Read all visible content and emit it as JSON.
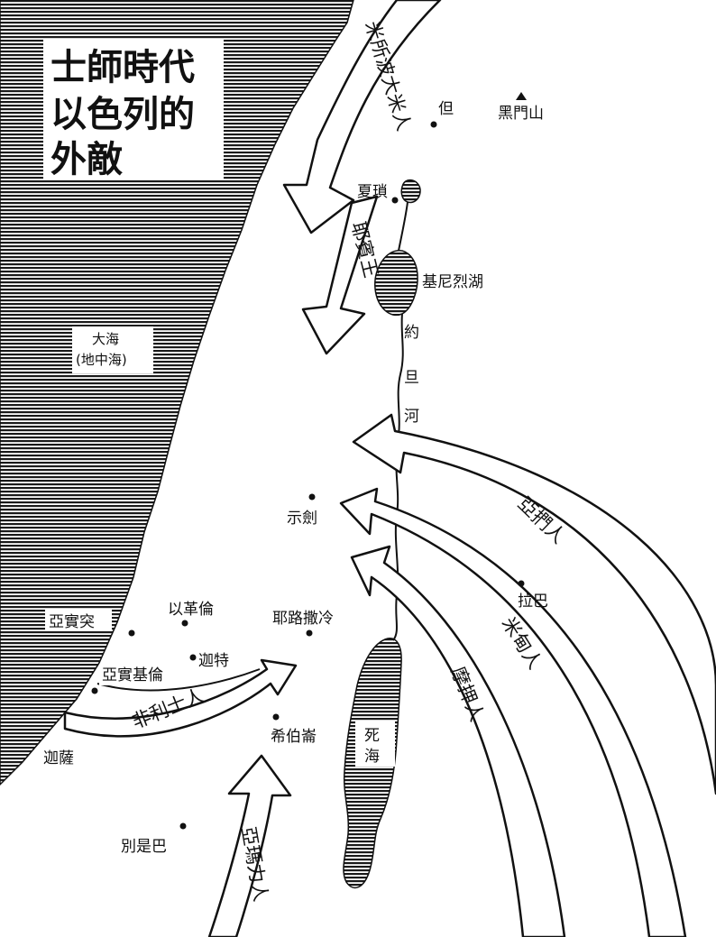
{
  "title": {
    "line1": "士師時代",
    "line2": "以色列的",
    "line3": "外敵"
  },
  "bodies_of_water": {
    "sea": "大海",
    "sea_alt": "(地中海)",
    "lake_galilee": "基尼烈湖",
    "dead_sea_1": "死",
    "dead_sea_2": "海"
  },
  "river": {
    "c1": "約",
    "c2": "旦",
    "c3": "河"
  },
  "mountain": {
    "name": "黑門山"
  },
  "cities": {
    "dan": "但",
    "hazor": "夏瑣",
    "shechem": "示劍",
    "rabbah": "拉巴",
    "ashdod": "亞實突",
    "ekron": "以革倫",
    "jerusalem": "耶路撒冷",
    "ashkelon": "亞實基倫",
    "gath": "迦特",
    "hebron": "希伯崙",
    "gaza": "迦薩",
    "beersheba": "別是巴"
  },
  "invaders": {
    "mesopotamians": "米所波大米人",
    "jabin": "耶賓王",
    "arameans": "亞捫人",
    "midianites": "米甸人",
    "moabites": "摩押人",
    "philistines": "非利士人",
    "amalekites": "亞瑪力人"
  },
  "colors": {
    "ink": "#111111",
    "land": "#ffffff"
  }
}
